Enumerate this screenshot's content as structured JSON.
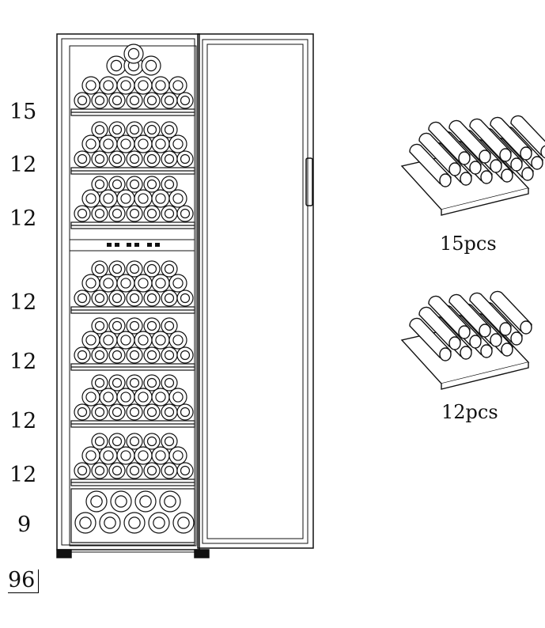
{
  "row_counts": [
    "15",
    "12",
    "12",
    "12",
    "12",
    "12",
    "12",
    "9"
  ],
  "total": "96",
  "shelf_captions": {
    "top": "15pcs",
    "bottom": "12pcs"
  }
}
